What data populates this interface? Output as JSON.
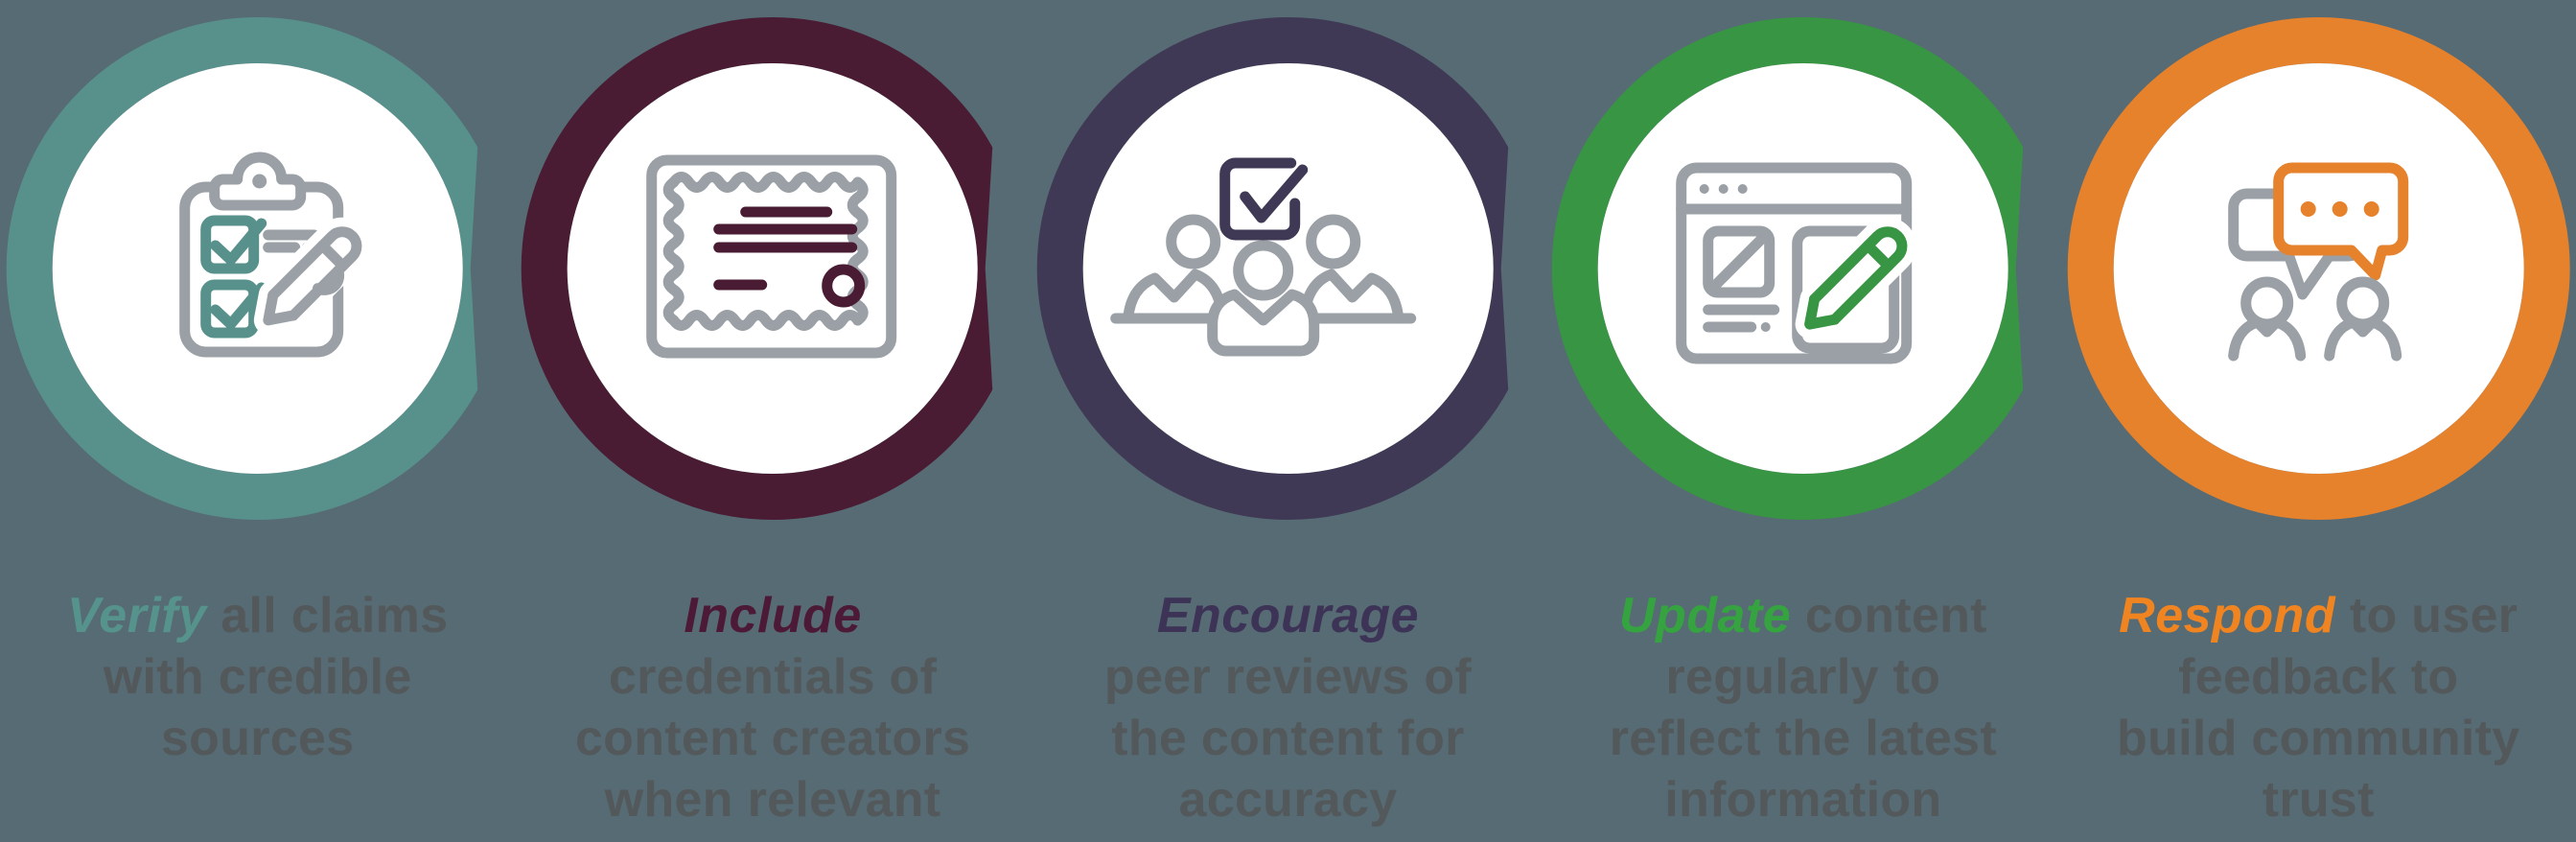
{
  "background_color": "#566b74",
  "caption_text_color": "#53585b",
  "icon_gray_color": "#9aa0a6",
  "steps": [
    {
      "accent_word": "Verify",
      "accent_color": "#55938c",
      "first_line_rest": "all claims",
      "rest_lines": [
        "with credible",
        "sources"
      ],
      "ring_color": "#58918b",
      "icon": "clipboard-checklist-icon",
      "has_notch": true
    },
    {
      "accent_word": "Include",
      "accent_color": "#4c1a37",
      "first_line_rest": "",
      "rest_lines": [
        "credentials of",
        "content creators",
        "when relevant"
      ],
      "ring_color": "#4a1c34",
      "icon": "certificate-icon",
      "has_notch": true
    },
    {
      "accent_word": "Encourage",
      "accent_color": "#3d3356",
      "first_line_rest": "",
      "rest_lines": [
        "peer reviews of",
        "the content for",
        "accuracy"
      ],
      "ring_color": "#403955",
      "icon": "peer-review-group-icon",
      "has_notch": true
    },
    {
      "accent_word": "Update",
      "accent_color": "#35a340",
      "first_line_rest": "content",
      "rest_lines": [
        "regularly to",
        "reflect the latest",
        "information"
      ],
      "ring_color": "#389543",
      "icon": "browser-edit-icon",
      "has_notch": true
    },
    {
      "accent_word": "Respond",
      "accent_color": "#f08421",
      "first_line_rest": "to user",
      "rest_lines": [
        "feedback to",
        "build community",
        "trust"
      ],
      "ring_color": "#e6812c",
      "icon": "chat-feedback-icon",
      "has_notch": false
    }
  ]
}
